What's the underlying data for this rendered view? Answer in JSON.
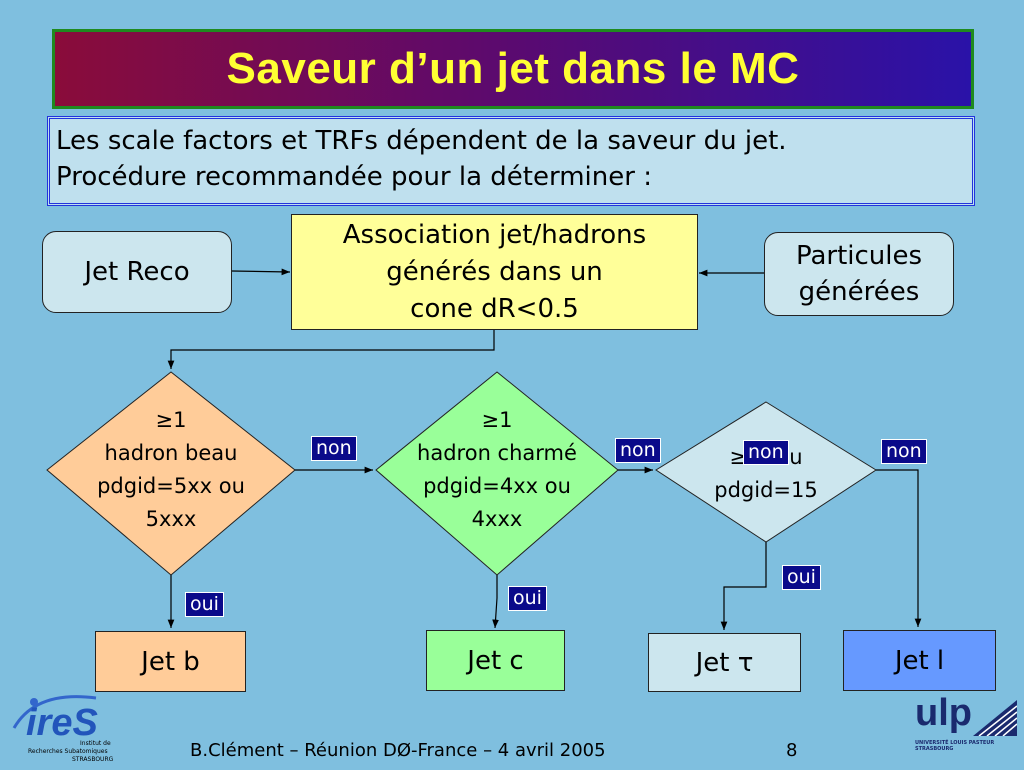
{
  "title": "Saveur d’un jet dans le MC",
  "intro": {
    "line1": "Les scale factors et TRFs dépendent de la saveur du jet.",
    "line2": "Procédure recommandée pour la déterminer :"
  },
  "nodes": {
    "jet_reco": "Jet Reco",
    "association": {
      "line1": "Association jet/hadrons",
      "line2": "générés dans un",
      "line3": "cone dR<0.5"
    },
    "particules": {
      "line1": "Particules",
      "line2": "générées"
    },
    "beau": {
      "line1": "≥1",
      "line2": "hadron beau",
      "line3": "pdgid=5xx ou",
      "line4": "5xxx"
    },
    "charme": {
      "line1": "≥1",
      "line2": "hadron charmé",
      "line3": "pdgid=4xx ou",
      "line4": "4xxx"
    },
    "tau": {
      "line1": "≥1 Tau",
      "line2": "pdgid=15"
    },
    "jet_b": "Jet b",
    "jet_c": "Jet c",
    "jet_tau": "Jet τ",
    "jet_l": "Jet l"
  },
  "labels": {
    "non": "non",
    "oui": "oui"
  },
  "logos": {
    "ires": "ireS",
    "ires_sub1": "Institut de",
    "ires_sub2": "Recherches Subatomiques",
    "ires_sub3": "STRASBOURG",
    "ulp": "ulp",
    "ulp_sub": "UNIVERSITÉ LOUIS PASTEUR STRASBOURG"
  },
  "footer": {
    "text": "B.Clément – Réunion DØ-France – 4 avril 2005",
    "page": "8"
  },
  "colors": {
    "background": "#7fbfdf",
    "title_text": "#ffff33",
    "beau": "#ffcc99",
    "charme": "#99ff99",
    "tau": "#cce6ee",
    "jet_l": "#6699ff",
    "tag": "#0a0a8a"
  }
}
